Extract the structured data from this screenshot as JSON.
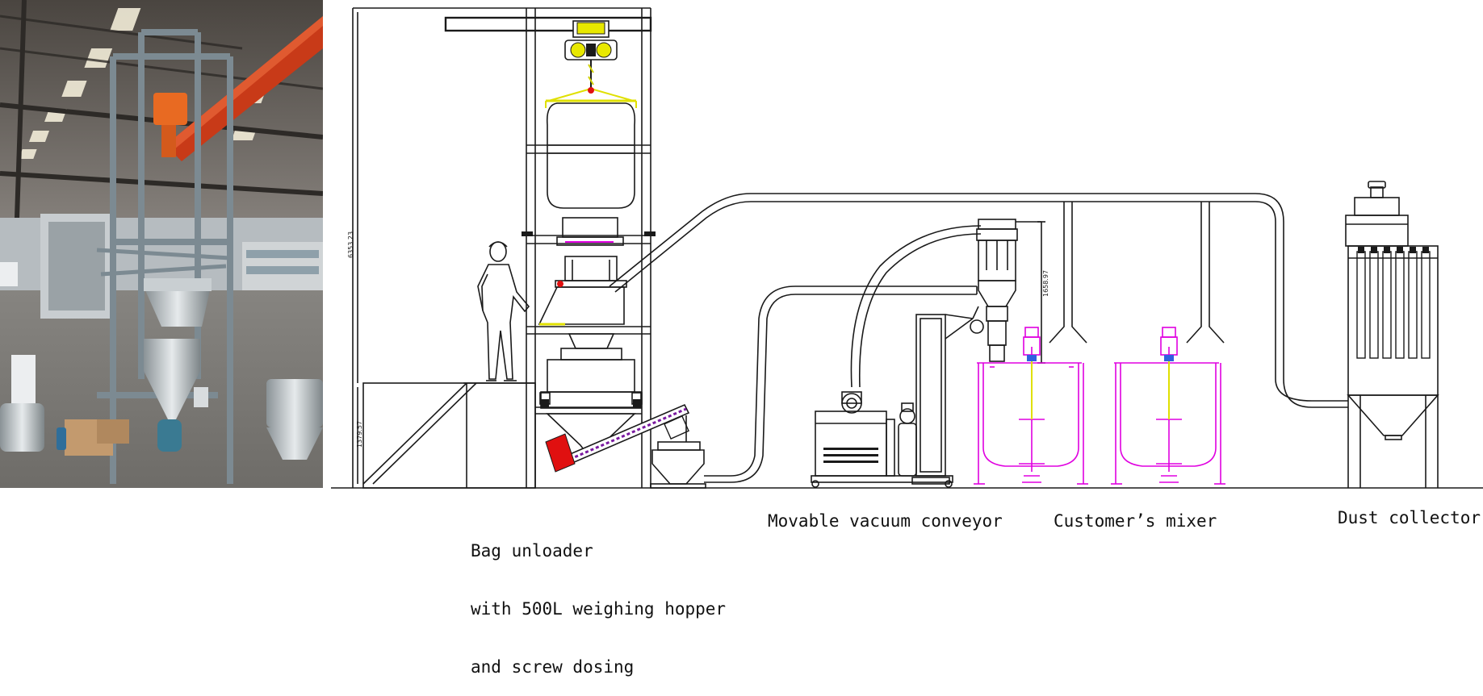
{
  "labels": {
    "bag_unloader": [
      "Bag unloader",
      "with 500L weighing hopper",
      "and screw dosing"
    ],
    "vacuum_conveyor": "Movable vacuum conveyor",
    "mixer": "Customer’s mixer",
    "dust_collector": "Dust collector"
  },
  "dimensions": {
    "frame_height": "6353.23",
    "platform_height": "1379.57",
    "conveyor_height": "1658.97"
  },
  "colors": {
    "line": "#1a1a1a",
    "mixer": "#e000e0",
    "hoist": "#d4d400",
    "feeder": "#e01010",
    "screw": "#7a1aa0",
    "steel": "#a8b0b4",
    "crane": "#c83a18"
  }
}
